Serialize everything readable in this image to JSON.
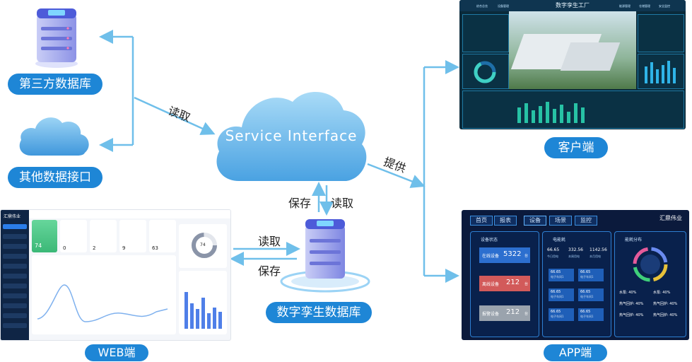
{
  "nodes": {
    "third_party_db": "第三方数据库",
    "other_api": "其他数据接口",
    "service": "Service Interface",
    "twin_db": "数字孪生数据库",
    "client": "客户端",
    "web": "WEB端",
    "app": "APP端"
  },
  "edges": {
    "read_top": "读取",
    "provide": "提供",
    "save_up": "保存",
    "read_up": "读取",
    "read_web": "读取",
    "save_web": "保存"
  },
  "client_screen": {
    "title": "数字孪生工厂",
    "menu": [
      "综合总览",
      "设备管理",
      "能源管理",
      "仓储管理",
      "安全监控"
    ]
  },
  "web_screen": {
    "brand": "汇鼎伟业",
    "kpi_main": "74",
    "kpis": [
      "0",
      "2",
      "9",
      "63"
    ],
    "donut_value": "74"
  },
  "app_screen": {
    "brand": "汇鼎伟业",
    "tabs": [
      "首页",
      "报表",
      "设备",
      "场景",
      "监控"
    ],
    "status_title": "设备状态",
    "rows": [
      {
        "label": "在线设备",
        "value": "5322",
        "unit": "台",
        "color": "#2c6fcf"
      },
      {
        "label": "离线设备",
        "value": "212",
        "unit": "台",
        "color": "#d25a5a"
      },
      {
        "label": "报警设备",
        "value": "212",
        "unit": "台",
        "color": "#9aa3ad"
      }
    ],
    "energy_title": "电能耗",
    "energy_values": [
      "66.65",
      "332.56",
      "1142.56"
    ],
    "energy_labels": [
      "今日用电",
      "本周用电",
      "本月用电"
    ],
    "meter_value": "66.65",
    "meter_label": "电子车间1",
    "dist_title": "能耗分布",
    "legend": [
      "水泵: 40%",
      "水泵: 40%",
      "热气回炉: 40%",
      "热气回炉: 40%",
      "热气回炉: 40%",
      "热气回炉: 40%"
    ]
  },
  "colors": {
    "accent": "#1e86d6",
    "cloud": "#5fb0e8",
    "arrow": "#6fbfea"
  }
}
